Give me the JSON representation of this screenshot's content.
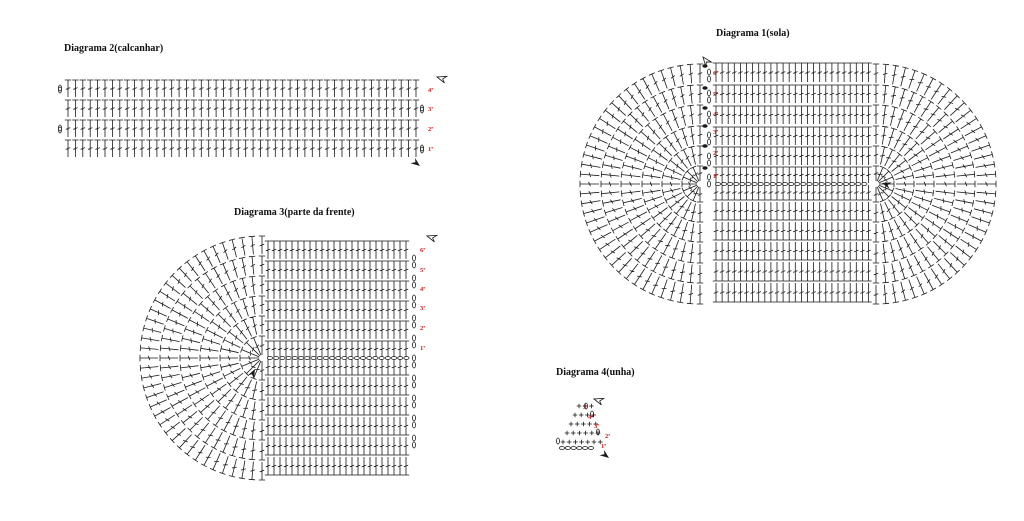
{
  "diagrams": [
    {
      "id": "diagram-2",
      "title": "Diagrama 2(calcanhar)",
      "rounds": [
        "1ª",
        "2ª",
        "3ª",
        "4ª"
      ]
    },
    {
      "id": "diagram-3",
      "title": "Diagrama 3(parte da frente)",
      "rounds": [
        "1ª",
        "2ª",
        "3ª",
        "4ª",
        "5ª",
        "6ª"
      ]
    },
    {
      "id": "diagram-1",
      "title": "Diagrama 1(sola)",
      "rounds": [
        "1ª",
        "2ª",
        "3ª",
        "4ª",
        "5ª",
        "6ª"
      ]
    },
    {
      "id": "diagram-4",
      "title": "Diagrama 4(unha)",
      "rounds": [
        "1ª",
        "2ª",
        "3ª",
        "4ª",
        "5ª"
      ]
    }
  ],
  "colors": {
    "ink": "#1a1a1a",
    "round_label": "#d21e1e",
    "background": "#ffffff"
  },
  "icons": [
    "start-arrow-icon",
    "end-arrow-icon",
    "chain-stitch-icon",
    "treble-stitch-icon",
    "single-crochet-icon",
    "slip-stitch-icon"
  ]
}
